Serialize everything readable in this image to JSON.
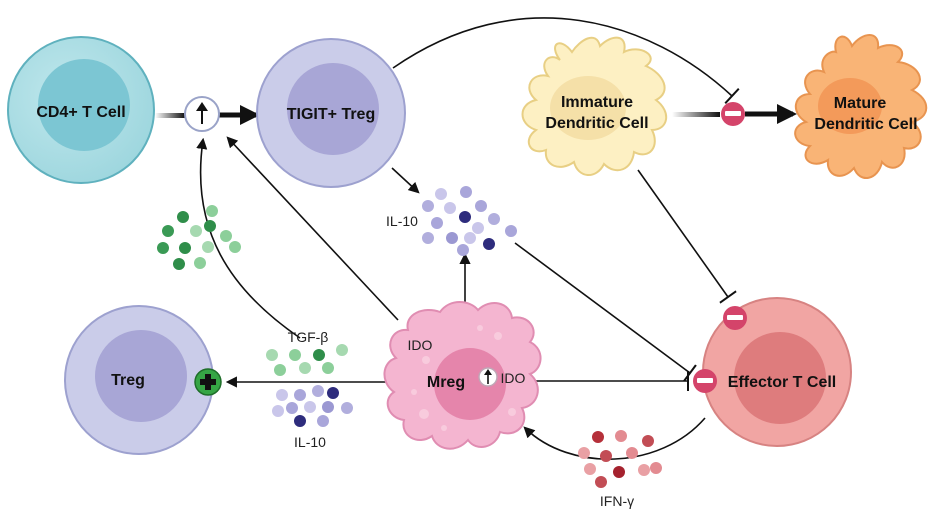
{
  "cells": {
    "cd4": {
      "label": "CD4+ T Cell"
    },
    "tigit": {
      "label": "TIGIT+ Treg"
    },
    "immature_dc": {
      "line1": "Immature",
      "line2": "Dendritic Cell"
    },
    "mature_dc": {
      "line1": "Mature",
      "line2": "Dendritic Cell"
    },
    "treg": {
      "label": "Treg"
    },
    "mreg": {
      "label": "Mreg",
      "ido_top": "IDO",
      "ido_side": "IDO"
    },
    "effector": {
      "label": "Effector T Cell"
    }
  },
  "cytokines": {
    "il10_top": "IL-10",
    "tgf_beta": "TGF-β",
    "il10_bottom": "IL-10",
    "ifn_gamma": "IFN-γ"
  },
  "colors": {
    "cd4_fill": "#a9dde3",
    "cd4_nucleus": "#7ac4d2",
    "treg_fill": "#c9cbec",
    "treg_nucleus": "#a7a5d8",
    "dc_immature": "#fdf0c2",
    "dc_mature": "#f9b475",
    "mreg_fill": "#f4b4d0",
    "mreg_nucleus": "#e584ab",
    "effector_fill": "#f1a4a2",
    "effector_nucleus": "#dd7b7c",
    "inhibit": "#d4446a",
    "promote": "#36a545",
    "green_dot": "#3a9a55",
    "purple_dot": "#8c89cc",
    "red_dot": "#c24d55"
  },
  "icons": [
    "up-arrow-icon",
    "minus-icon",
    "plus-icon"
  ]
}
